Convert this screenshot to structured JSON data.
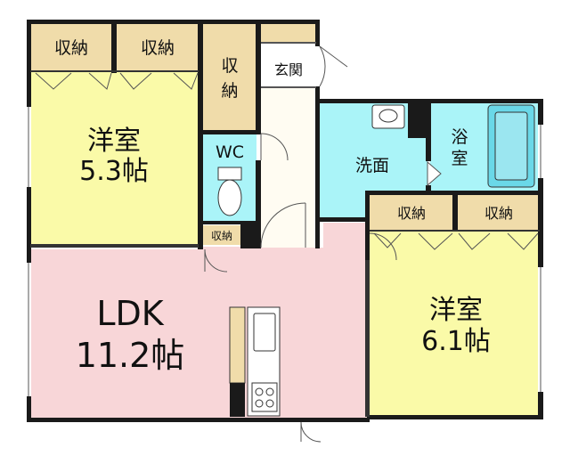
{
  "rooms": {
    "western_room_1": {
      "name": "洋室",
      "size": "5.3帖"
    },
    "western_room_2": {
      "name": "洋室",
      "size": "6.1帖"
    },
    "ldk": {
      "name": "LDK",
      "size": "11.2帖"
    },
    "toilet": {
      "name": "WC"
    },
    "washroom": {
      "name": "洗面"
    },
    "bathroom": {
      "name": "浴\n室",
      "line1": "浴",
      "line2": "室"
    },
    "entrance": {
      "name": "玄関"
    }
  },
  "storage": {
    "label": "収納",
    "label_vertical": [
      "収",
      "納"
    ]
  },
  "colors": {
    "western_room": "#fafaa8",
    "ldk": "#f8d6d8",
    "storage": "#f0dcaa",
    "wet_area": "#aaf4f8",
    "hall": "#fffcf2",
    "wall": "#1a1a1a"
  }
}
